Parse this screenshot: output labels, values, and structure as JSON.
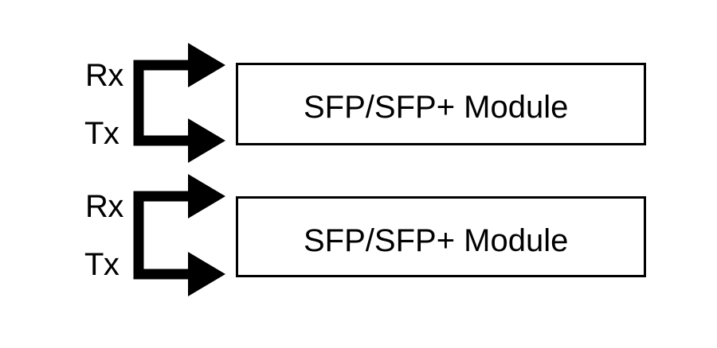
{
  "colors": {
    "stroke": "#000000",
    "background": "#ffffff"
  },
  "loops": [
    {
      "rx_label": "Rx",
      "tx_label": "Tx",
      "module_label": "SFP/SFP+ Module"
    },
    {
      "rx_label": "Rx",
      "tx_label": "Tx",
      "module_label": "SFP/SFP+ Module"
    }
  ]
}
